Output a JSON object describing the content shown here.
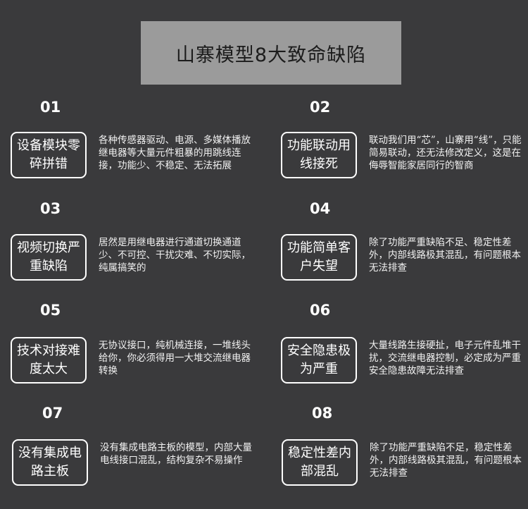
{
  "title": "山寨模型8大致命缺陷",
  "items": [
    {
      "num": "01",
      "tag": "设备模块零碎拼错",
      "desc": "各种传感器驱动、电源、多媒体播放继电器等大量元件粗暴的用跳线连接，功能少、不稳定、无法拓展"
    },
    {
      "num": "02",
      "tag": "功能联动用线接死",
      "desc": "联动我们用“芯”，山寨用“线”，只能简易联动，还无法修改定义，这是在侮辱智能家居同行的智商"
    },
    {
      "num": "03",
      "tag": "视频切换严重缺陷",
      "desc": "居然是用继电器进行通道切换通道少、不可控、干扰灾难、不切实际，纯属搞笑的"
    },
    {
      "num": "04",
      "tag": "功能简单客户失望",
      "desc": "除了功能严重缺陷不足、稳定性差外，内部线路极其混乱，有问题根本无法排查"
    },
    {
      "num": "05",
      "tag": "技术对接难度太大",
      "desc": "无协议接口，纯机械连接，一堆线头给你，你必须得用一大堆交流继电器转换"
    },
    {
      "num": "06",
      "tag": "安全隐患极为严重",
      "desc": "大量线路生接硬扯，电子元件乱堆干扰，交流继电器控制，必定成为严重安全隐患故障无法排查"
    },
    {
      "num": "07",
      "tag": "没有集成电路主板",
      "desc": "没有集成电路主板的模型，内部大量电线接口混乱，结构复杂不易操作"
    },
    {
      "num": "08",
      "tag": "稳定性差内部混乱",
      "desc": "除了功能严重缺陷不足，稳定性差外，内部线路极其混乱，有问题根本无法排查"
    }
  ]
}
